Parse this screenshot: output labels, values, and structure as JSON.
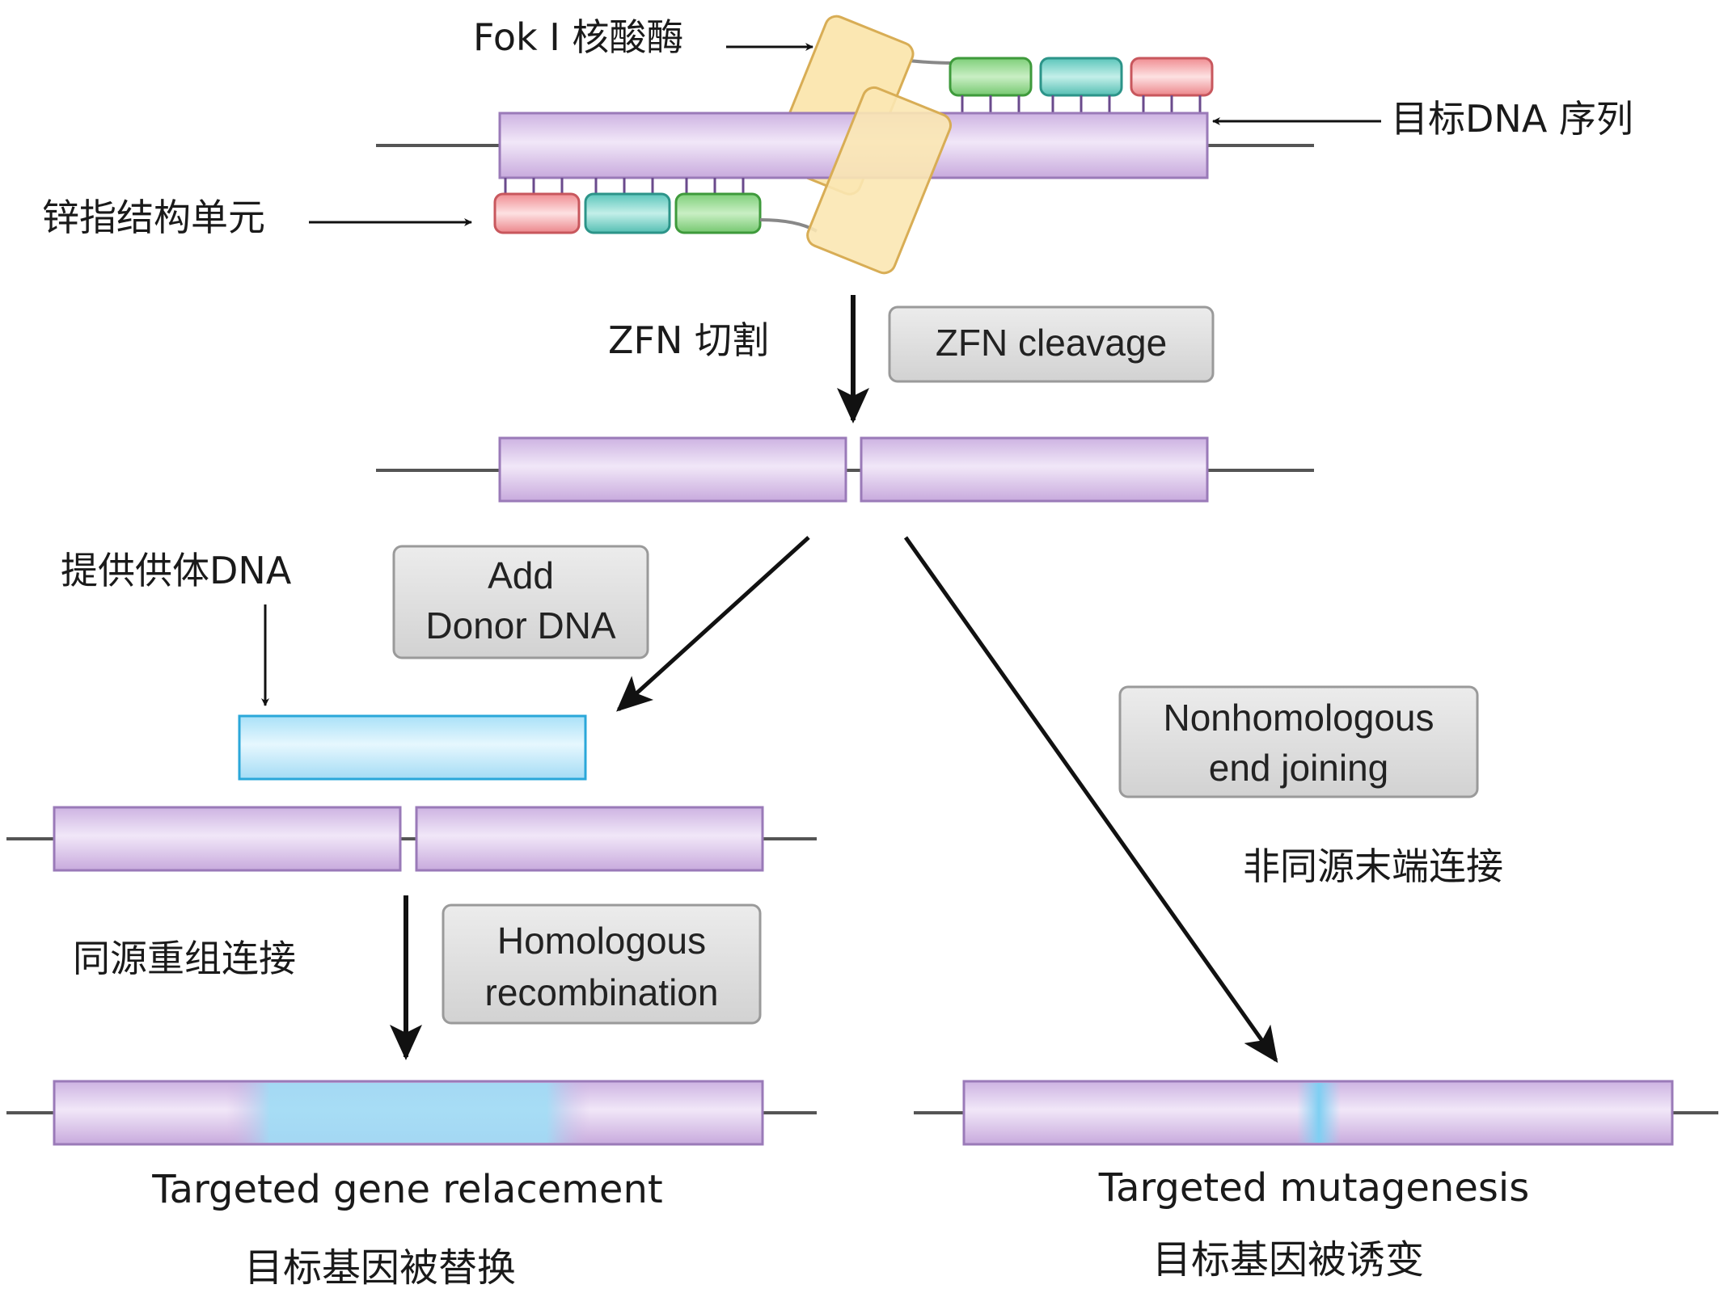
{
  "labels": {
    "fok_nuclease": "Fok I 核酸酶",
    "target_dna": "目标DNA 序列",
    "zinc_finger": "锌指结构单元",
    "zfn_cut_cn": "ZFN 切割",
    "zfn_cleavage": "ZFN cleavage",
    "provide_donor_cn": "提供供体DNA",
    "add_donor_line1": "Add",
    "add_donor_line2": "Donor DNA",
    "nhej_line1": "Nonhomologous",
    "nhej_line2": "end joining",
    "nhej_cn": "非同源末端连接",
    "hr_cn": "同源重组连接",
    "hr_line1": "Homologous",
    "hr_line2": "recombination",
    "replacement_en": "Targeted gene relacement",
    "replacement_cn": "目标基因被替换",
    "mutagenesis_en": "Targeted mutagenesis",
    "mutagenesis_cn": "目标基因被诱变"
  },
  "colors": {
    "dna_purple": "#dcc6ec",
    "dna_edge": "#9a7ab8",
    "donor_blue": "#bfe9fb",
    "donor_edge": "#2aa7d9",
    "finger_green": "#8fd48a",
    "finger_teal": "#6fcfc4",
    "finger_red": "#f3a3a6",
    "fok_yellow": "#fbe7b2",
    "label_box": "#dedede"
  }
}
